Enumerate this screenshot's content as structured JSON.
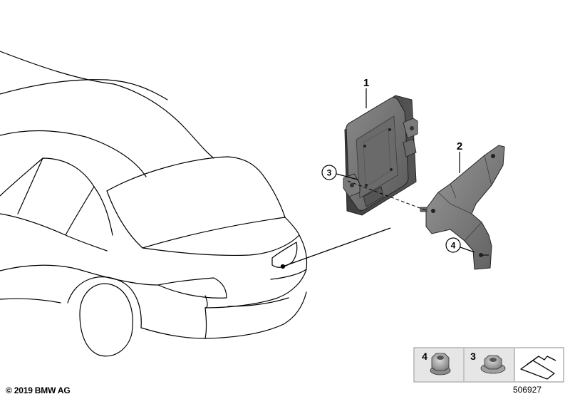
{
  "callouts": {
    "control_unit": "1",
    "bracket": "2",
    "screw": "3",
    "nut": "4"
  },
  "legend": {
    "nut_number": "4",
    "screw_number": "3"
  },
  "footer": {
    "copyright": "© 2019 BMW AG",
    "diagram_number": "506927"
  },
  "colors": {
    "line": "#000000",
    "part_dark": "#4a4a4a",
    "part_mid": "#6e6e6e",
    "part_light": "#9a9a9a",
    "legend_bg": "#e6e6e6"
  }
}
